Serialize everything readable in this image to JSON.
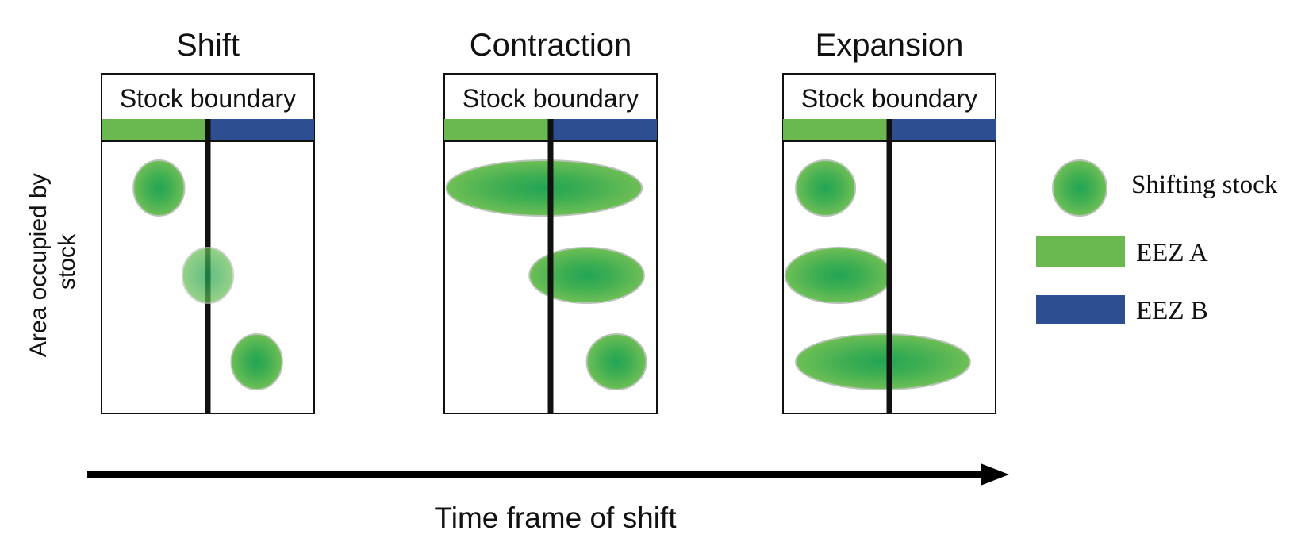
{
  "panels": [
    {
      "title": "Shift",
      "header": "Stock boundary",
      "stocks": [
        {
          "col": 0.27,
          "row": 0,
          "rx": 0.12,
          "ry": 0.5,
          "faded": false
        },
        {
          "col": 0.5,
          "row": 1,
          "rx": 0.12,
          "ry": 0.5,
          "faded": true
        },
        {
          "col": 0.73,
          "row": 2,
          "rx": 0.12,
          "ry": 0.5,
          "faded": false
        }
      ]
    },
    {
      "title": "Contraction",
      "header": "Stock boundary",
      "stocks": [
        {
          "col": 0.47,
          "row": 0,
          "rx": 0.46,
          "ry": 0.5,
          "faded": false
        },
        {
          "col": 0.67,
          "row": 1,
          "rx": 0.27,
          "ry": 0.5,
          "faded": false
        },
        {
          "col": 0.81,
          "row": 2,
          "rx": 0.14,
          "ry": 0.5,
          "faded": false
        }
      ]
    },
    {
      "title": "Expansion",
      "header": "Stock boundary",
      "stocks": [
        {
          "col": 0.2,
          "row": 0,
          "rx": 0.14,
          "ry": 0.5,
          "faded": false
        },
        {
          "col": 0.26,
          "row": 1,
          "rx": 0.25,
          "ry": 0.5,
          "faded": false
        },
        {
          "col": 0.47,
          "row": 2,
          "rx": 0.41,
          "ry": 0.5,
          "faded": false
        }
      ]
    }
  ],
  "y_axis_label": [
    "Area occupied by",
    "stock"
  ],
  "x_axis_label": "Time frame of shift",
  "legend": {
    "stock": "Shifting stock",
    "eez_a": "EEZ A",
    "eez_b": "EEZ B"
  },
  "colors": {
    "eez_a": "#6ab850",
    "eez_b": "#2e4e92",
    "stock_center": "#22a555",
    "stock_edge": "#6ebf55",
    "stock_outline": "#b8c4b8",
    "boundary_line": "#111111"
  }
}
